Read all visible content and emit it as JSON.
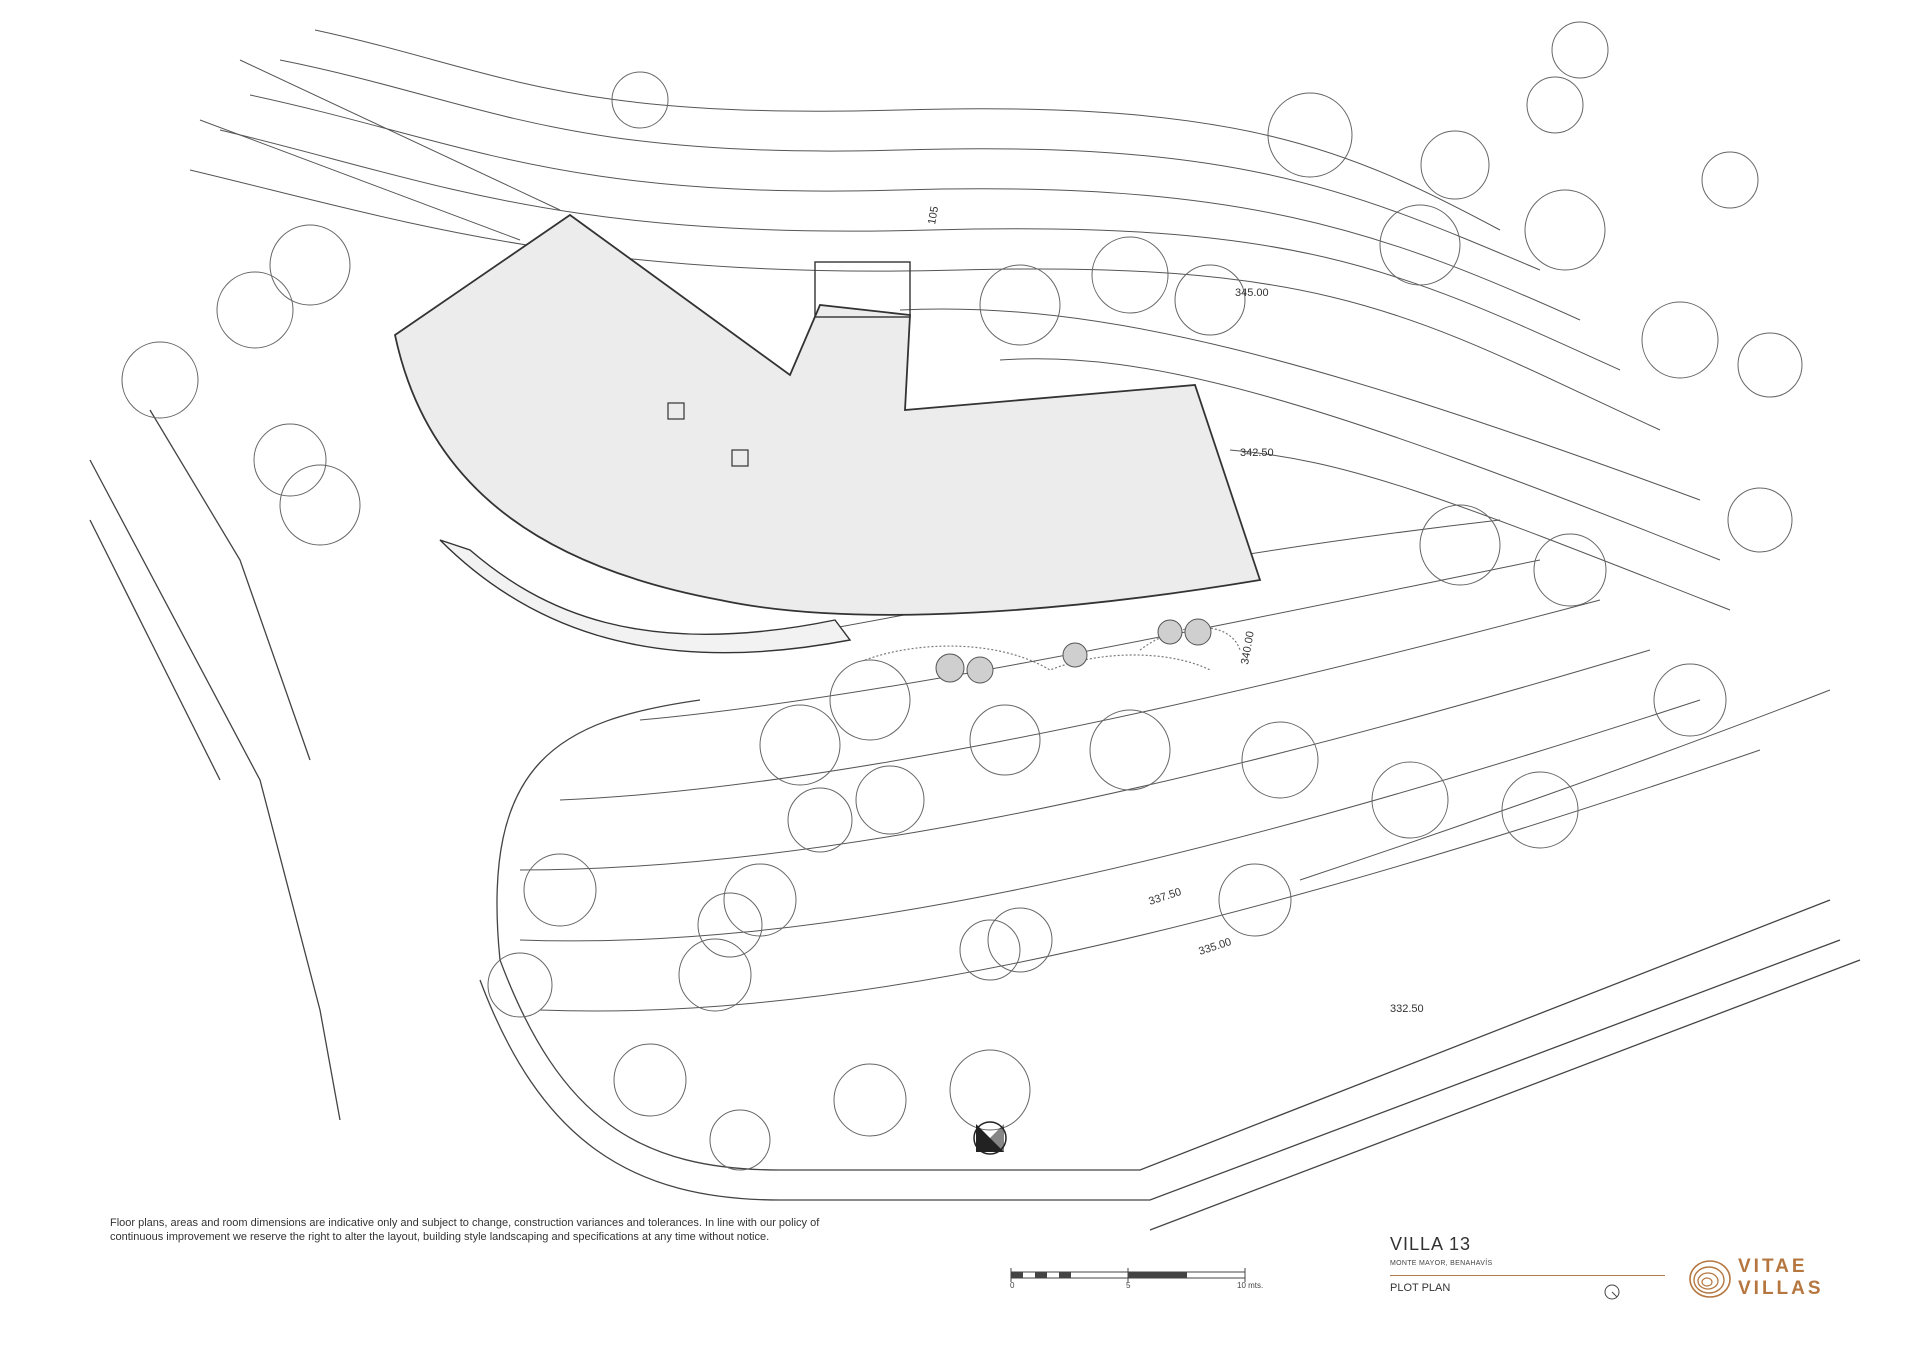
{
  "plan": {
    "elevation_labels": [
      "345.00",
      "342.50",
      "340.00",
      "337.50",
      "335.00",
      "332.50",
      "105"
    ]
  },
  "disclaimer": {
    "line1": "Floor plans, areas and room dimensions are indicative only and subject to change, construction variances and tolerances. In line with our policy of",
    "line2": "continuous improvement we reserve the right to alter the layout, building style landscaping and specifications at any time without notice."
  },
  "scale": {
    "zero": "0",
    "five": "5",
    "ten": "10 mts."
  },
  "title_block": {
    "villa": "VILLA 13",
    "location": "MONTE MAYOR, BENAHAVÍS",
    "sheet": "PLOT PLAN"
  },
  "brand": {
    "line1": "VITAE",
    "line2": "VILLAS",
    "accent_color": "#b5773f"
  },
  "icons": [
    "compass-north-icon",
    "compass-rose-icon",
    "tree-ring-logo-icon"
  ]
}
